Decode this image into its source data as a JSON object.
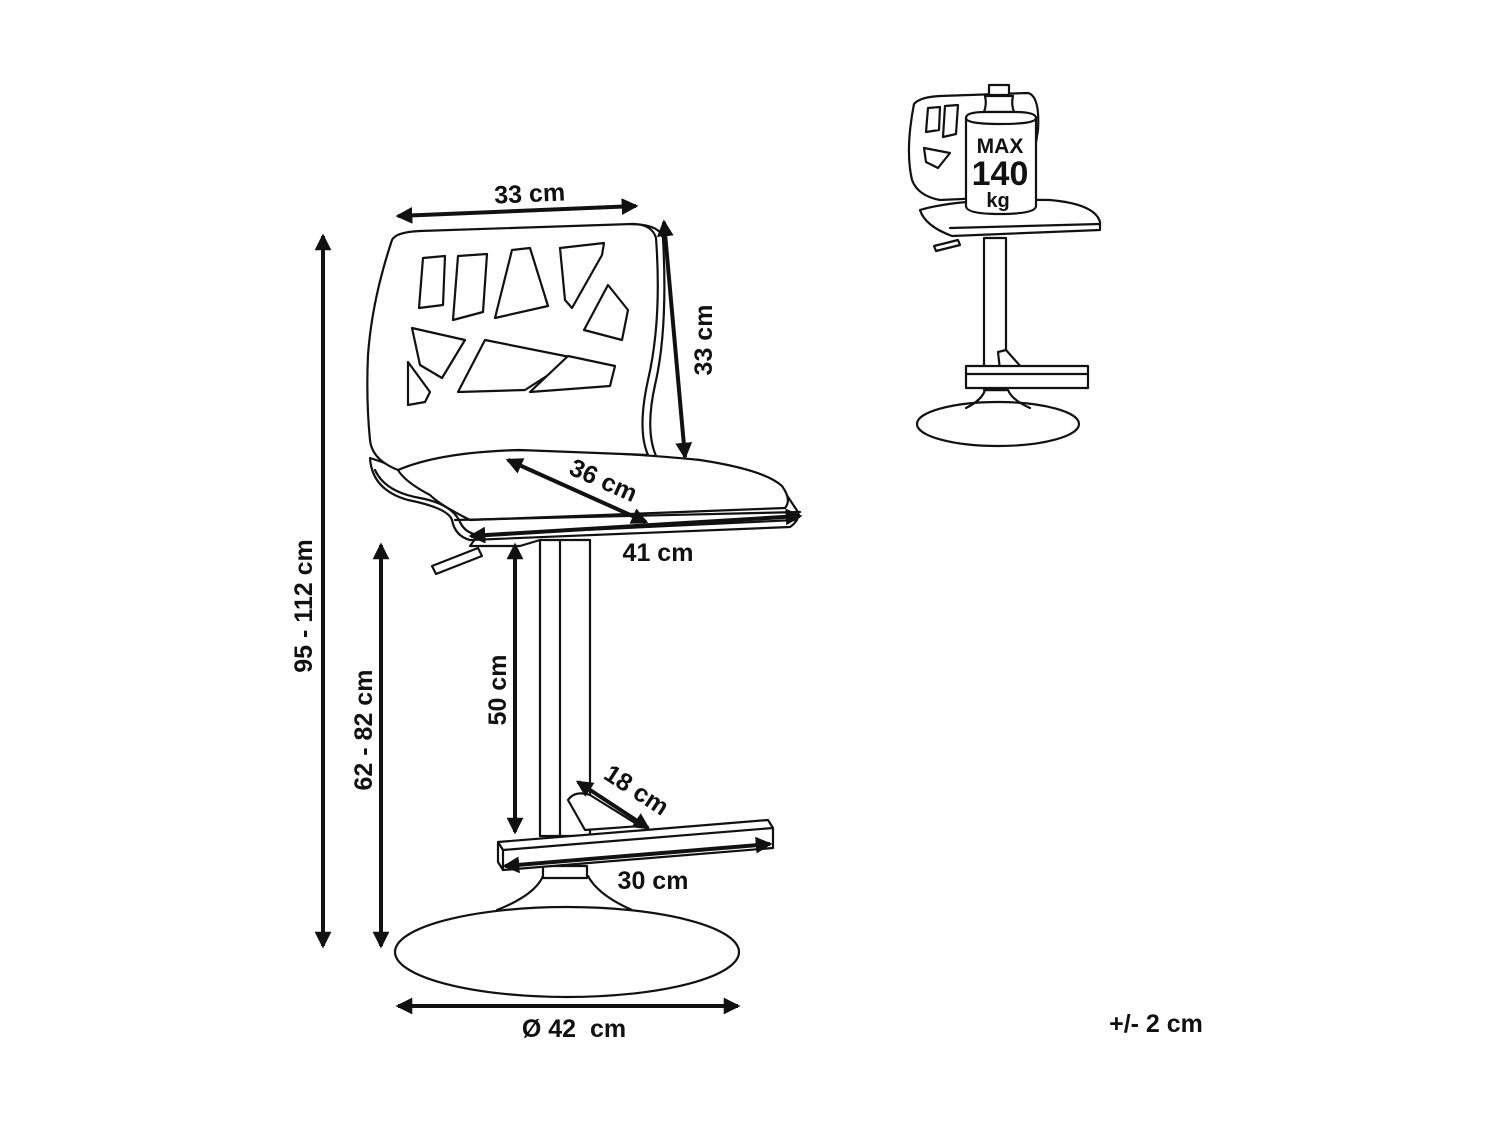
{
  "dimensions": {
    "backrest_width": "33 cm",
    "backrest_height": "33 cm",
    "seat_depth": "36 cm",
    "seat_width": "41 cm",
    "overall_height": "95 - 112 cm",
    "seat_height": "62 - 82 cm",
    "column_height": "50 cm",
    "footrest_depth": "18 cm",
    "footrest_width": "30 cm",
    "base_diameter": "Ø 42  cm"
  },
  "load": {
    "label_top": "MAX",
    "value": "140",
    "unit": "kg"
  },
  "tolerance": "+/- 2 cm",
  "colors": {
    "stroke": "#111111",
    "background": "#ffffff"
  }
}
